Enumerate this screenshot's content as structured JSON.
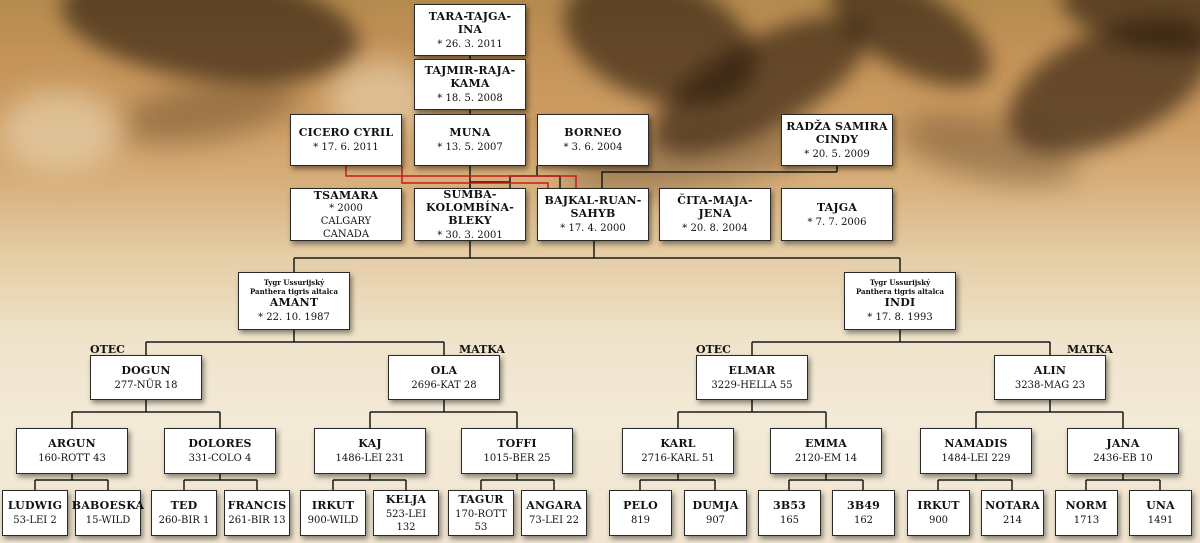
{
  "top": {
    "tara": {
      "name": "TARA-TAJGA-INA",
      "sub": "* 26. 3. 2011"
    },
    "tajmir": {
      "name": "TAJMIR-RAJA-KAMA",
      "sub": "* 18. 5. 2008"
    }
  },
  "row3": {
    "cicero": {
      "name": "CICERO CYRIL",
      "sub": "* 17. 6. 2011"
    },
    "muna": {
      "name": "MUNA",
      "sub": "* 13. 5. 2007"
    },
    "borneo": {
      "name": "BORNEO",
      "sub": "* 3. 6. 2004"
    },
    "radza": {
      "name1": "RADŽA SAMIRA",
      "name2": "CINDY",
      "sub": "* 20. 5. 2009"
    }
  },
  "row4": {
    "tsamara": {
      "name": "TSAMARA",
      "sub1": "* 2000",
      "sub2": "CALGARY",
      "sub3": "CANADA"
    },
    "sumba": {
      "name1": "SUMBA-KOLOMBÍNA-",
      "name2": "BLEKY",
      "sub": "* 30. 3. 2001"
    },
    "bajkal": {
      "name": "BAJKAL-RUAN-SAHYB",
      "sub": "* 17. 4. 2000"
    },
    "cita": {
      "name": "ČITA-MAJA-JENA",
      "sub": "* 20. 8. 2004"
    },
    "tajga": {
      "name": "TAJGA",
      "sub": "* 7. 7. 2006"
    }
  },
  "parents": {
    "amant": {
      "species1": "Tygr Ussurijský",
      "species2": "Panthera tigris altalca",
      "name": "AMANT",
      "sub": "* 22. 10. 1987"
    },
    "indi": {
      "species1": "Tygr Ussurijský",
      "species2": "Panthera tigris altalca",
      "name": "INDI",
      "sub": "* 17. 8. 1993"
    }
  },
  "labels": {
    "otec": "OTEC",
    "matka": "MATKA"
  },
  "grand": {
    "dogun": {
      "name": "DOGUN",
      "sub": "277-NÜR 18"
    },
    "ola": {
      "name": "OLA",
      "sub": "2696-KAT 28"
    },
    "elmar": {
      "name": "ELMAR",
      "sub": "3229-HELLA 55"
    },
    "alin": {
      "name": "ALIN",
      "sub": "3238-MAG 23"
    }
  },
  "great": {
    "argun": {
      "name": "ARGUN",
      "sub": "160-ROTT 43"
    },
    "dolores": {
      "name": "DOLORES",
      "sub": "331-COLO 4"
    },
    "kaj": {
      "name": "KAJ",
      "sub": "1486-LEI 231"
    },
    "toffi": {
      "name": "TOFFI",
      "sub": "1015-BER 25"
    },
    "karl": {
      "name": "KARL",
      "sub": "2716-KARL 51"
    },
    "emma": {
      "name": "EMMA",
      "sub": "2120-EM 14"
    },
    "namadis": {
      "name": "NAMADIS",
      "sub": "1484-LEI 229"
    },
    "jana": {
      "name": "JANA",
      "sub": "2436-EB 10"
    }
  },
  "leaves": {
    "ludwig": {
      "name": "LUDWIG",
      "sub": "53-LEI 2"
    },
    "baboeska": {
      "name": "BABOESKA",
      "sub": "15-WILD"
    },
    "ted": {
      "name": "TED",
      "sub": "260-BIR 1"
    },
    "francis": {
      "name": "FRANCIS",
      "sub": "261-BIR 13"
    },
    "irkut1": {
      "name": "IRKUT",
      "sub": "900-WILD"
    },
    "kelja": {
      "name": "KELJA",
      "sub": "523-LEI 132"
    },
    "tagur": {
      "name": "TAGUR",
      "sub": "170-ROTT 53"
    },
    "angara": {
      "name": "ANGARA",
      "sub": "73-LEI 22"
    },
    "pelo": {
      "name": "PELO",
      "sub": "819"
    },
    "dumja": {
      "name": "DUMJA",
      "sub": "907"
    },
    "b53": {
      "name": "3B53",
      "sub": "165"
    },
    "b49": {
      "name": "3B49",
      "sub": "162"
    },
    "irkut2": {
      "name": "IRKUT",
      "sub": "900"
    },
    "notara": {
      "name": "NOTARA",
      "sub": "214"
    },
    "norm": {
      "name": "NORM",
      "sub": "1713"
    },
    "una": {
      "name": "UNA",
      "sub": "1491"
    }
  },
  "colors": {
    "line": "#1a1a1a",
    "highlight": "#cc1a1a"
  }
}
